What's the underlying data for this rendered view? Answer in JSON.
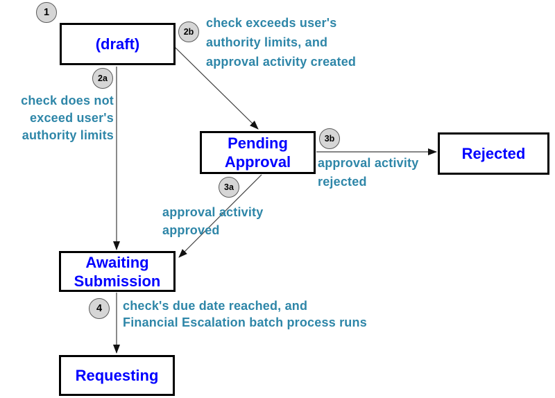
{
  "colors": {
    "state_text": "#0000ff",
    "state_border": "#000000",
    "transition_text": "#2e86a8",
    "badge_fill": "#d6d6d6",
    "badge_border": "#595959",
    "arrow_line": "#3d3d3d",
    "arrow_head": "#111111"
  },
  "states": {
    "draft": {
      "lines": [
        "(draft)"
      ]
    },
    "pending": {
      "lines": [
        "Pending",
        "Approval"
      ]
    },
    "rejected": {
      "lines": [
        "Rejected"
      ]
    },
    "awaiting": {
      "lines": [
        "Awaiting",
        "Submission"
      ]
    },
    "requesting": {
      "lines": [
        "Requesting"
      ]
    }
  },
  "step_badges": {
    "step_1": "1",
    "step_2a": "2a",
    "step_2b": "2b",
    "step_3a": "3a",
    "step_3b": "3b",
    "step_4": "4"
  },
  "transitions": {
    "t2b": {
      "lines": [
        "check exceeds user's",
        "authority limits, and",
        "approval activity created"
      ]
    },
    "t2a": {
      "lines": [
        "check does not",
        "exceed user's",
        "authority limits"
      ]
    },
    "t3b": {
      "lines": [
        "approval activity",
        "rejected"
      ]
    },
    "t3a": {
      "lines": [
        "approval activity",
        "approved"
      ]
    },
    "t4": {
      "lines": [
        "check's due date reached, and",
        "Financial Escalation batch process runs"
      ]
    }
  }
}
